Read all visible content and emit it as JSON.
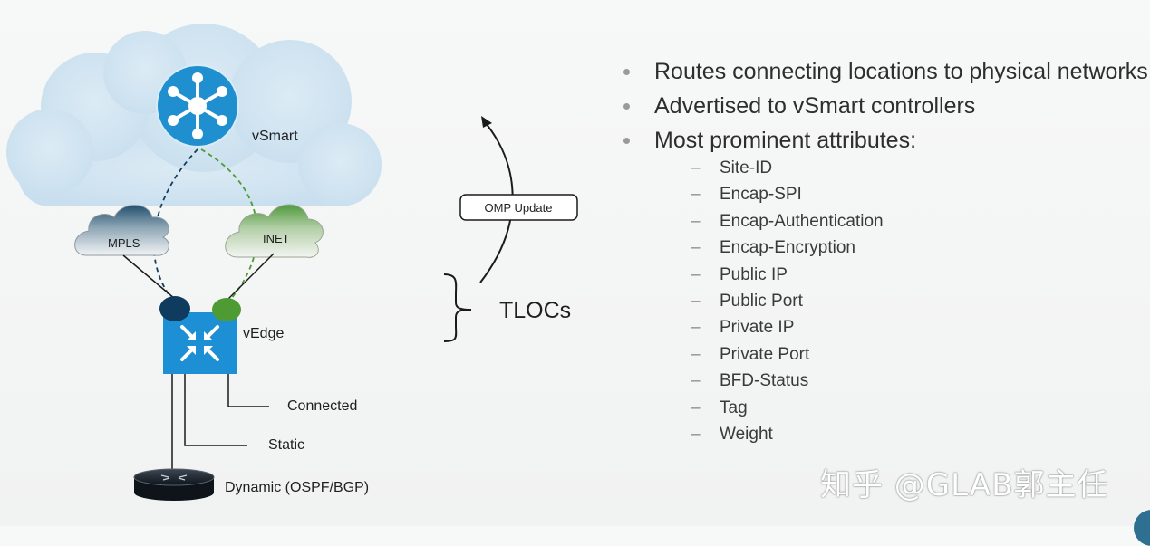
{
  "diagram": {
    "vsmart_label": "vSmart",
    "mpls_label": "MPLS",
    "inet_label": "INET",
    "vedge_label": "vEdge",
    "connected_label": "Connected",
    "static_label": "Static",
    "dynamic_label": "Dynamic (OSPF/BGP)",
    "omp_update_label": "OMP Update",
    "tlocs_label": "TLOCs"
  },
  "bullets": [
    "Routes connecting locations to physical networks",
    "Advertised to vSmart controllers",
    "Most prominent attributes:"
  ],
  "attributes": [
    "Site-ID",
    "Encap-SPI",
    "Encap-Authentication",
    "Encap-Encryption",
    "Public IP",
    "Public Port",
    "Private IP",
    "Private Port",
    "BFD-Status",
    "Tag",
    "Weight"
  ],
  "watermark": "知乎 @GLAB郭主任",
  "colors": {
    "cloud": "#cfe2ef",
    "vsmart_blue": "#1f8fd0",
    "vedge_blue": "#1d8fd4",
    "mpls_tloc": "#0f3c5e",
    "inet_tloc": "#4e9a33"
  }
}
